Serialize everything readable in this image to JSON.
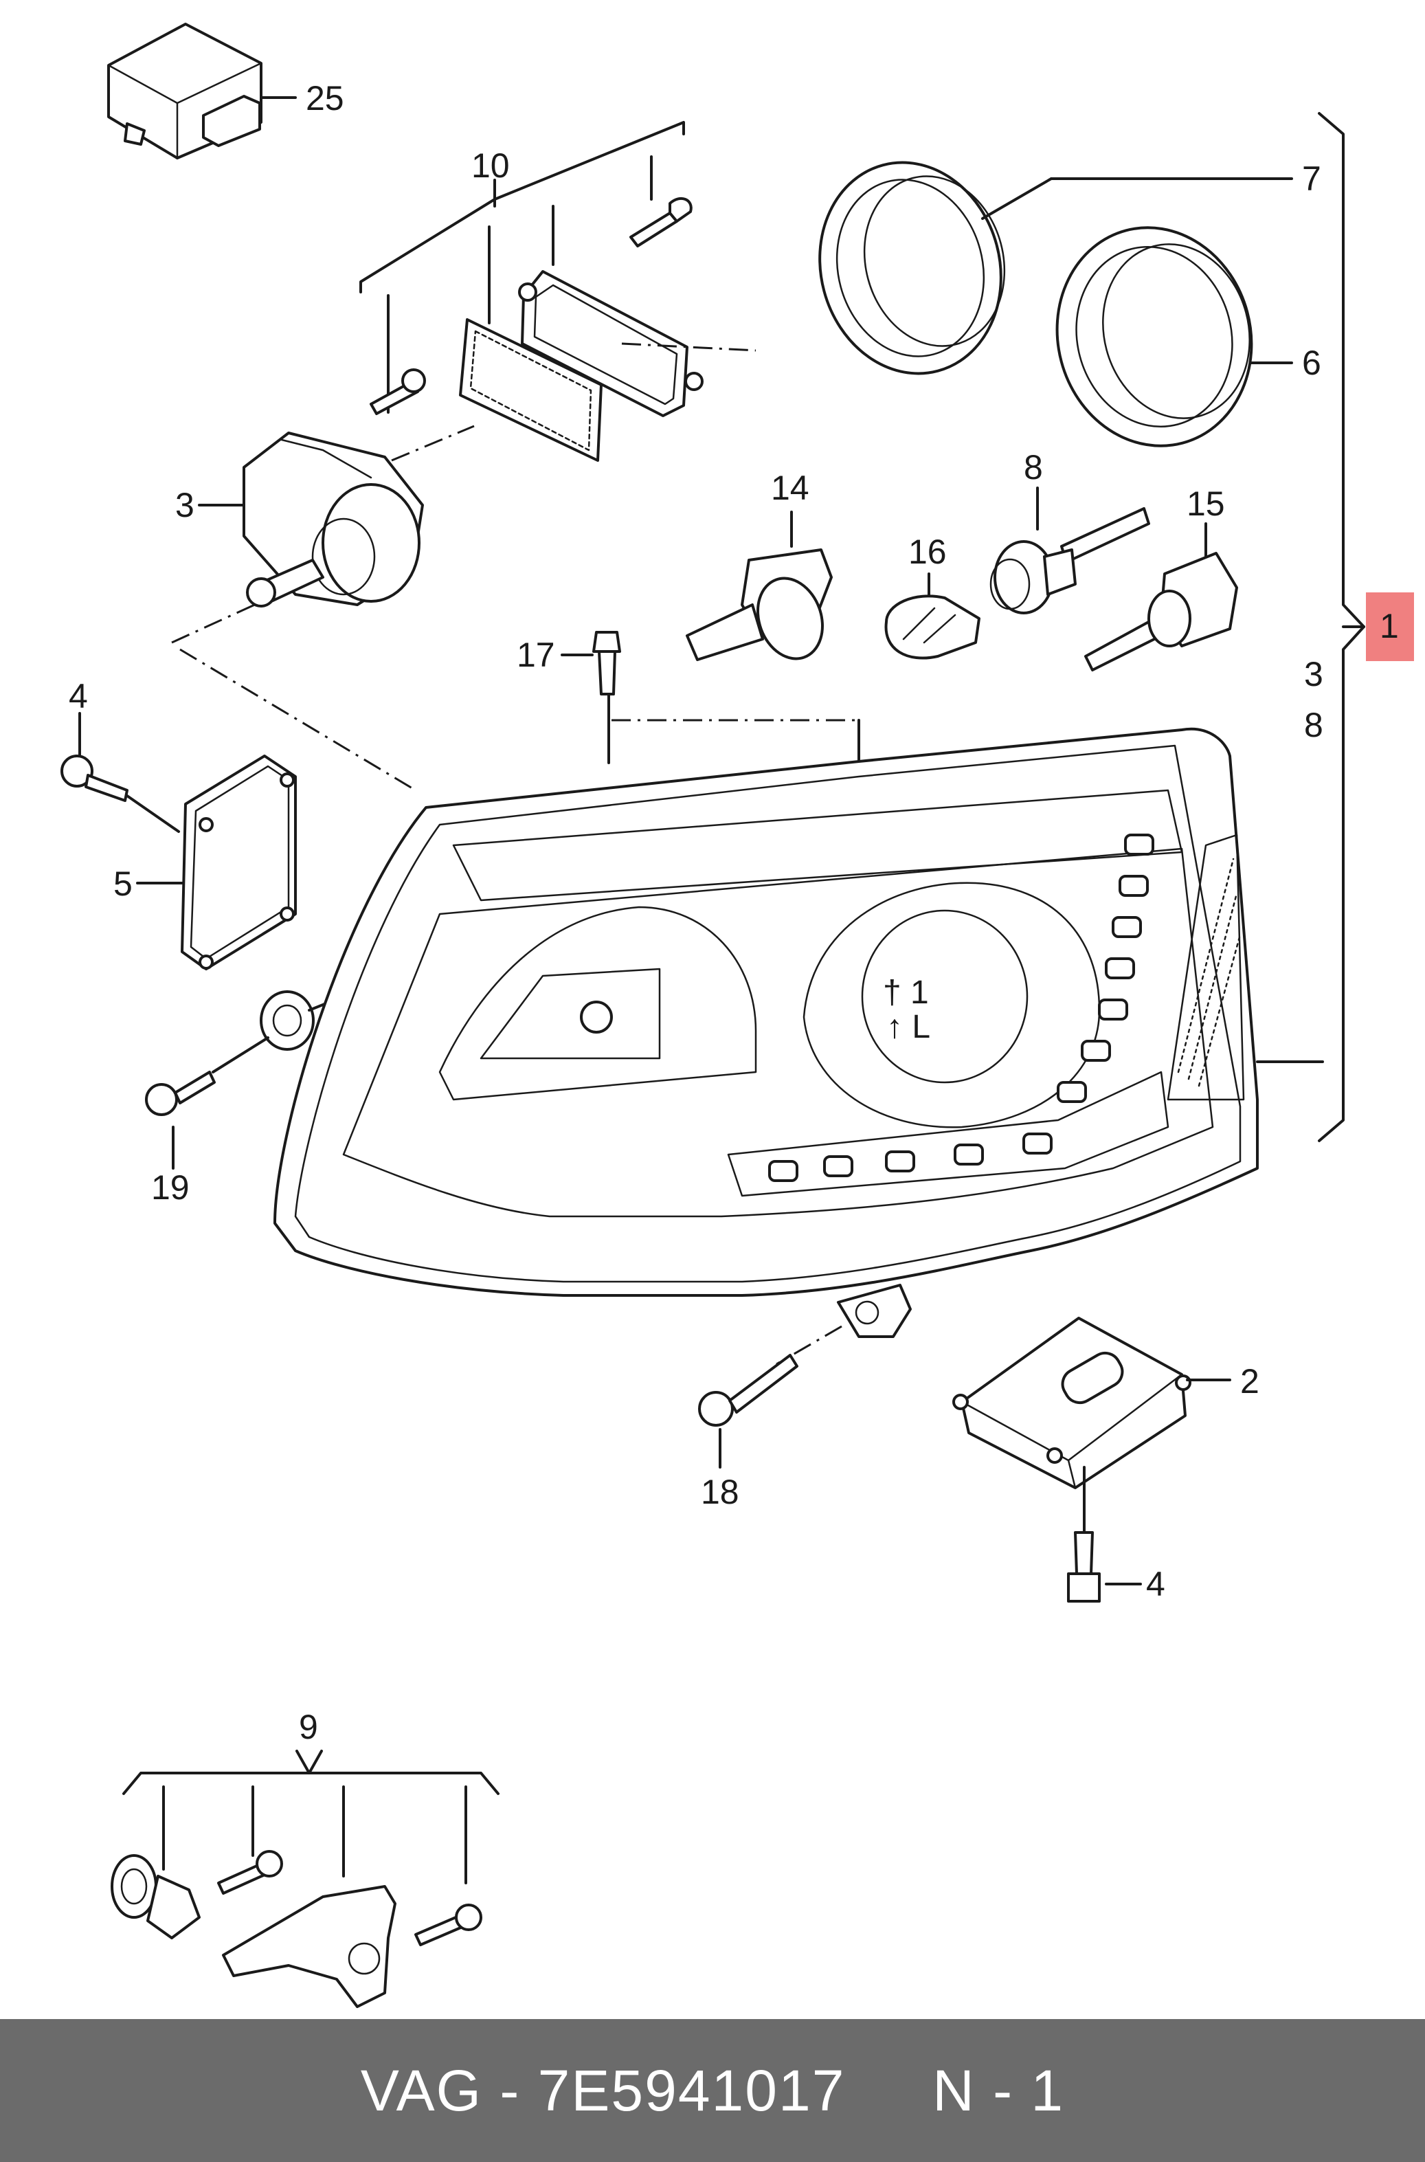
{
  "callouts": {
    "c25": "25",
    "c10": "10",
    "c7": "7",
    "c6": "6",
    "c3a": "3",
    "c14": "14",
    "c8": "8",
    "c16": "16",
    "c15": "15",
    "c17": "17",
    "c4a": "4",
    "c5": "5",
    "c19": "19",
    "c2": "2",
    "c18": "18",
    "c4b": "4",
    "c9": "9",
    "c1": "1",
    "c3b": "3",
    "c8b": "8"
  },
  "footer": {
    "part_label": "VAG - 7E5941017     N - 1"
  },
  "colors": {
    "highlight": "#f08080",
    "footer_bg": "#6b6b6b",
    "line": "#1a1a1a"
  }
}
